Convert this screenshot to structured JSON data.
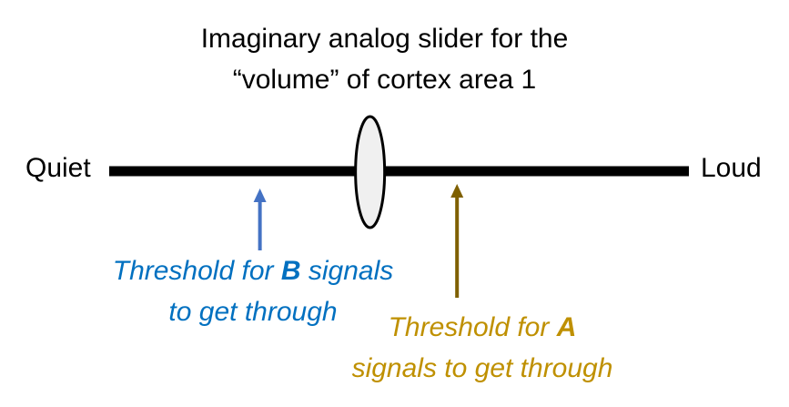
{
  "title": {
    "line1": "Imaginary analog slider for the",
    "line2": "“volume” of cortex area 1"
  },
  "slider": {
    "min_label": "Quiet",
    "max_label": "Loud",
    "knob_position": 0.45
  },
  "threshold_b": {
    "pre": "Threshold for ",
    "letter": "B",
    "post": " signals",
    "line2": "to get through",
    "position": 0.26,
    "text_color": "#0070C0",
    "arrow_color": "#4472C4"
  },
  "threshold_a": {
    "pre": "Threshold for ",
    "letter": "A",
    "line2": "signals to get through",
    "position": 0.6,
    "text_color": "#BF9000",
    "arrow_color": "#7F6000"
  }
}
